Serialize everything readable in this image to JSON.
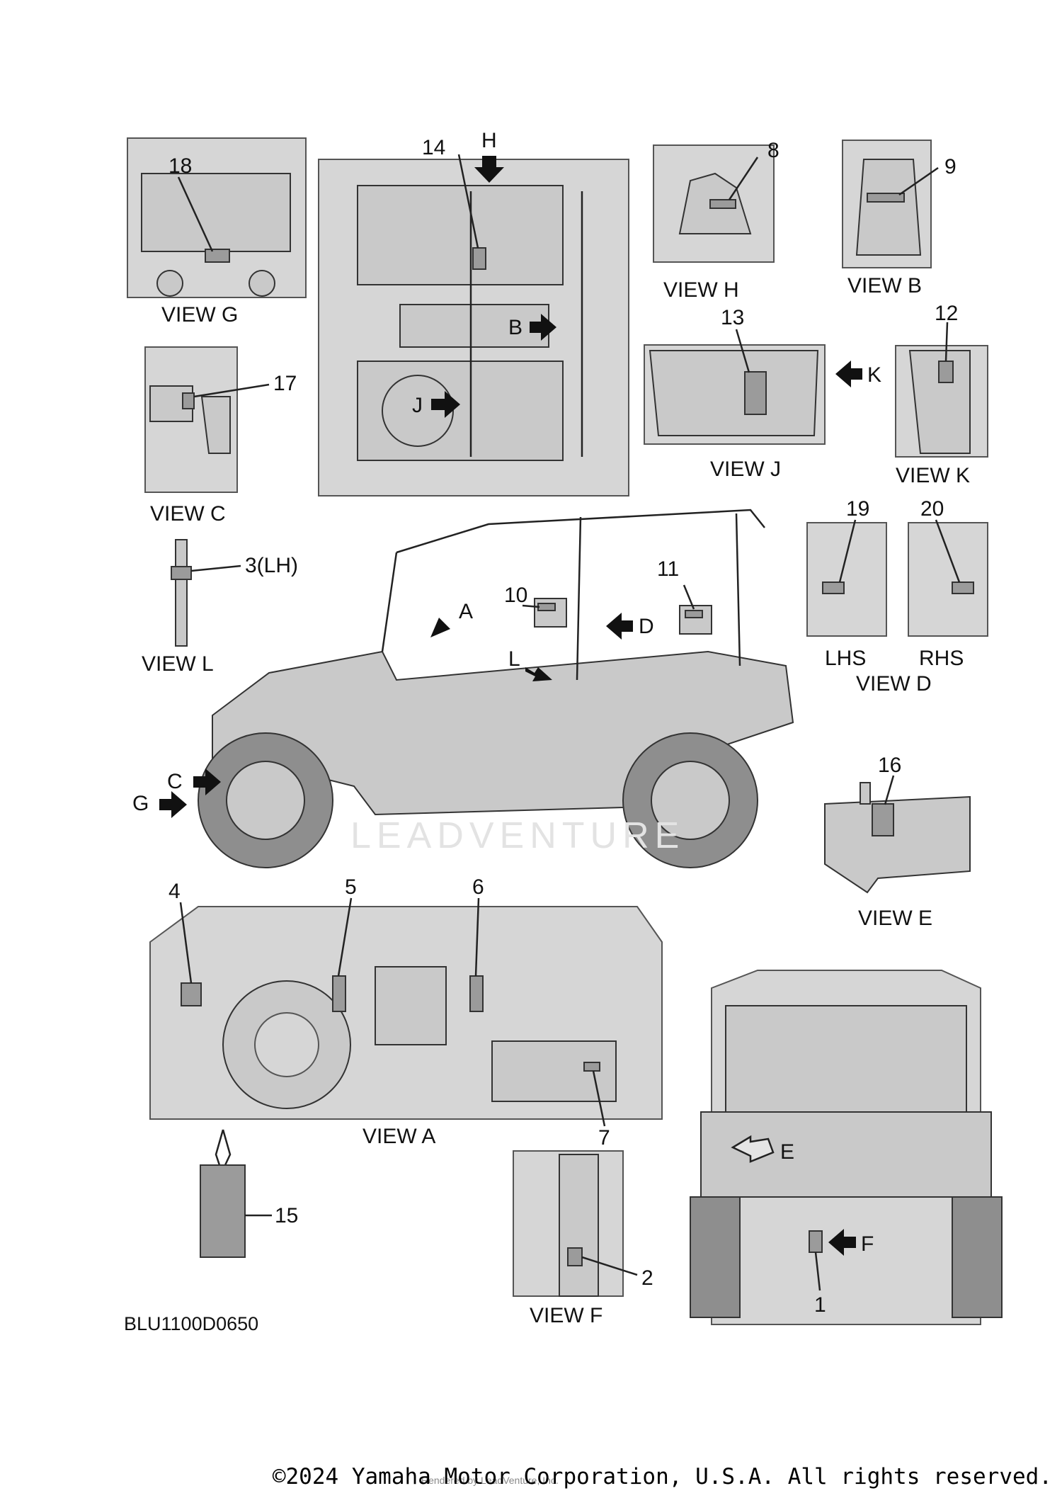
{
  "callouts": {
    "c1": "1",
    "c2": "2",
    "c3": "3(LH)",
    "c4": "4",
    "c5": "5",
    "c6": "6",
    "c7": "7",
    "c8": "8",
    "c9": "9",
    "c10": "10",
    "c11": "11",
    "c12": "12",
    "c13": "13",
    "c14": "14",
    "c15": "15",
    "c16": "16",
    "c17": "17",
    "c18": "18",
    "c19": "19",
    "c20": "20"
  },
  "view_labels": {
    "a": "VIEW A",
    "b": "VIEW B",
    "c": "VIEW C",
    "d": "VIEW D",
    "e": "VIEW E",
    "f": "VIEW F",
    "g": "VIEW G",
    "h": "VIEW H",
    "j": "VIEW J",
    "k": "VIEW K",
    "l": "VIEW L",
    "lhs": "LHS",
    "rhs": "RHS"
  },
  "arrow_letters": {
    "a": "A",
    "b": "B",
    "c": "C",
    "d": "D",
    "e": "E",
    "f": "F",
    "g": "G",
    "h": "H",
    "j": "J",
    "k": "K",
    "l": "L"
  },
  "diagram_code": "BLU1100D0650",
  "watermark": "LEADVENTURE",
  "render_note": "Rendered by LeadVenture, Inc.",
  "copyright": "©2024 Yamaha Motor Corporation, U.S.A. All rights reserved."
}
